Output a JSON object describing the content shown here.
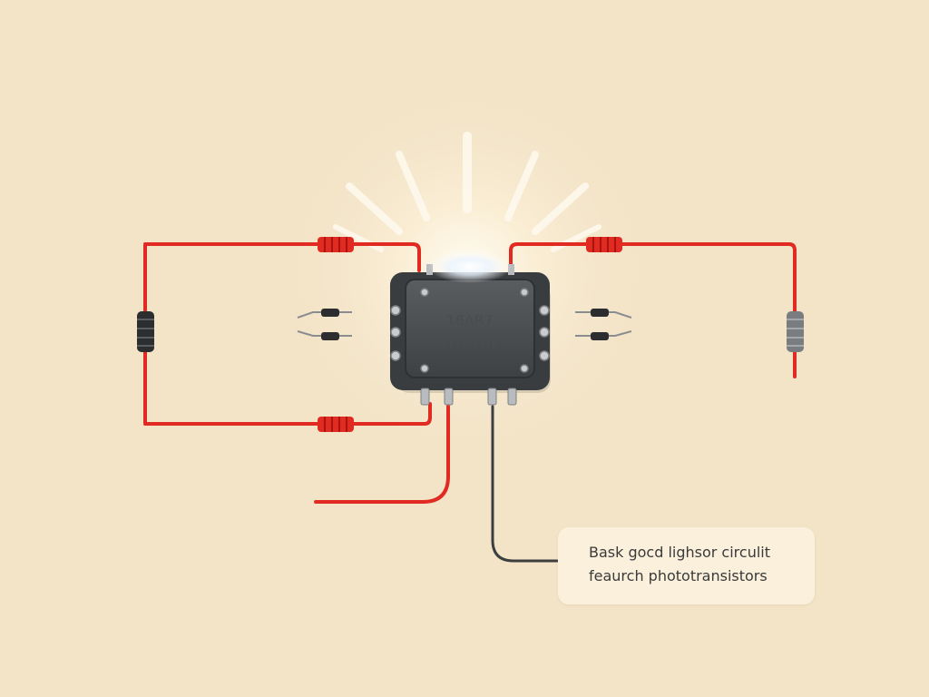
{
  "chip": {
    "line1": "18AR7",
    "line2": "SITUFRE"
  },
  "caption": {
    "line1": "Bask gocd lighsor circulit",
    "line2": "feaurch phototransistors"
  },
  "colors": {
    "background": "#f3e4c8",
    "wire_red": "#e02a22",
    "wire_dark": "#3c3e40",
    "chip_body": "#4a4d50",
    "caption_bg": "#fbf0dc"
  }
}
